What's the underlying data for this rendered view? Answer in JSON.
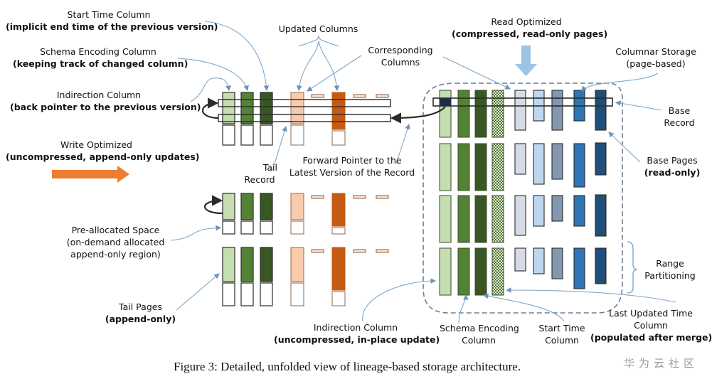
{
  "figure": {
    "caption": "Figure 3: Detailed, unfolded view of lineage-based storage architecture.",
    "watermark": "华为云社区"
  },
  "labels": {
    "start_time_column": {
      "normal": "Start Time Column",
      "bold": "(implicit end time of the previous version)"
    },
    "schema_encoding_column": {
      "normal": "Schema Encoding Column",
      "bold": "(keeping track of changed column)"
    },
    "indirection_column_tail": {
      "normal": "Indirection Column",
      "bold": "(back pointer to the previous version)"
    },
    "write_optimized": {
      "normal": "Write Optimized",
      "bold": "(uncompressed, append-only updates)"
    },
    "updated_columns": {
      "normal": "Updated Columns"
    },
    "corresponding_columns": {
      "line1": "Corresponding",
      "line2": "Columns"
    },
    "read_optimized": {
      "normal": "Read Optimized",
      "bold": "(compressed, read-only pages)"
    },
    "columnar_storage": {
      "line1": "Columnar Storage",
      "line2": "(page-based)"
    },
    "base_record": {
      "line1": "Base",
      "line2": "Record"
    },
    "base_pages": {
      "normal": "Base Pages",
      "bold": "(read-only)"
    },
    "tail_record": {
      "line1": "Tail",
      "line2": "Record"
    },
    "forward_pointer": {
      "line1": "Forward Pointer to the",
      "line2": "Latest Version of the Record"
    },
    "pre_allocated_space": {
      "line1": "Pre-allocated Space",
      "line2": "(on-demand allocated",
      "line3": "append-only region)"
    },
    "tail_pages": {
      "normal": "Tail Pages",
      "bold": "(append-only)"
    },
    "range_partitioning": {
      "line1": "Range",
      "line2": "Partitioning"
    },
    "indirection_column_base": {
      "normal": "Indirection Column",
      "bold": "(uncompressed, in-place update)"
    },
    "schema_encoding_column_base": {
      "line1": "Schema Encoding",
      "line2": "Column"
    },
    "start_time_column_base": {
      "line1": "Start Time",
      "line2": "Column"
    },
    "last_updated_time_column": {
      "line1": "Last Updated Time",
      "line2": "Column",
      "bold": "(populated after merge)"
    }
  },
  "colors": {
    "green_light": "#c5deb0",
    "green_mid": "#548235",
    "green_dark": "#385723",
    "orange_light": "#f8cbad",
    "orange_dark": "#c55a11",
    "orange_arrow": "#ed7d31",
    "blue_arrow": "#9dc3e6",
    "blue_1": "#d6dce5",
    "blue_2": "#bdd7ee",
    "blue_3": "#8497b0",
    "blue_4": "#2e75b6",
    "blue_5": "#1f4e79",
    "record_dark": "#1f2d4a",
    "pointer_line": "#7fa7c9",
    "dashed_border": "#5b7fa3"
  }
}
